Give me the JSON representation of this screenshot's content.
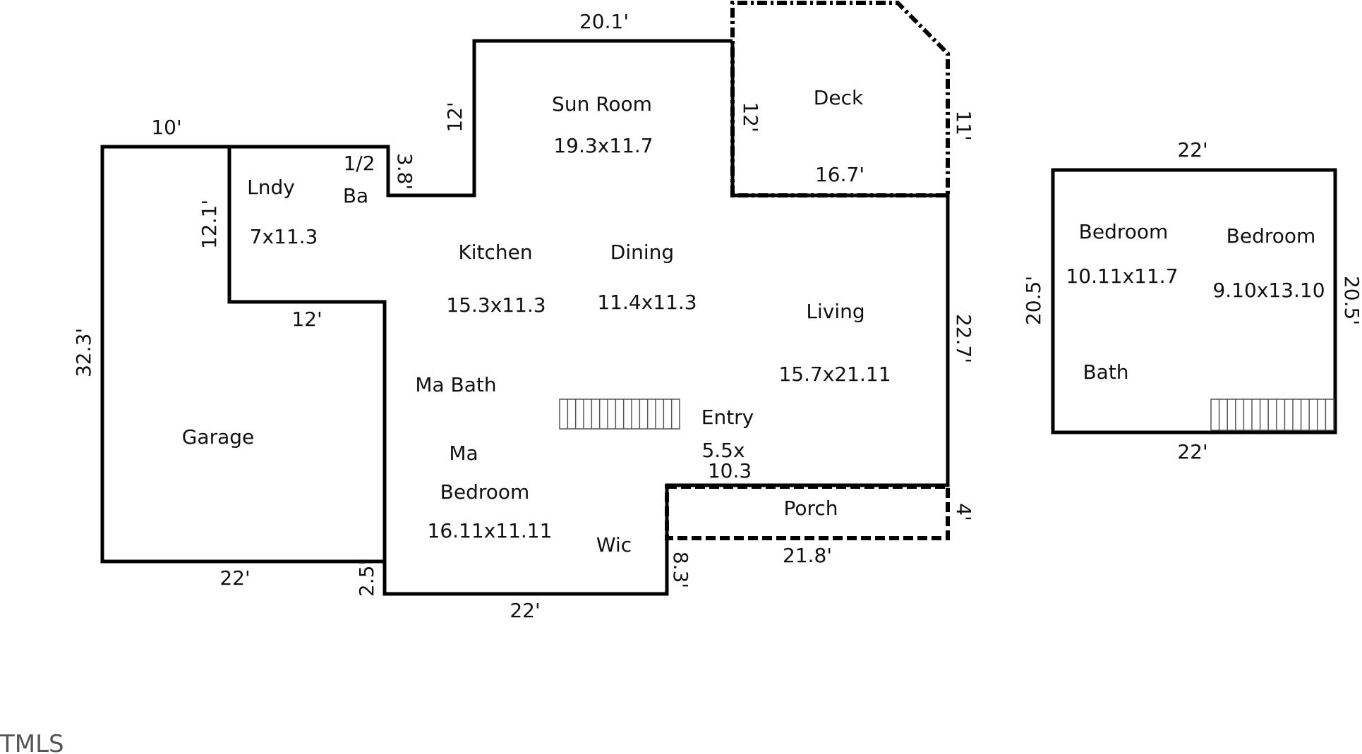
{
  "dimensions": {
    "garage_top": "10'",
    "garage_left": "32.3'",
    "garage_bottom": "22'",
    "garage_inner_top": "12'",
    "laundry_left": "12.1'",
    "half_bath_right": "3.8'",
    "sunroom_left": "12'",
    "sunroom_top": "20.1'",
    "deck_left": "12'",
    "deck_right": "11'",
    "deck_bottom": "16.7'",
    "living_right": "22.7'",
    "porch_right": "4'",
    "porch_bottom": "21.8'",
    "wic_step": "8.3'",
    "main_bottom": "22'",
    "small_step": "2.5'",
    "upper_top": "22'",
    "upper_bottom": "22'",
    "upper_left": "20.5'",
    "upper_right": "20.5'"
  },
  "rooms": {
    "sunroom": {
      "name": "Sun Room",
      "size": "19.3x11.7"
    },
    "deck": {
      "name": "Deck"
    },
    "laundry": {
      "name": "Lndy",
      "size": "7x11.3"
    },
    "half_bath": {
      "line1": "1/2",
      "line2": "Ba"
    },
    "kitchen": {
      "name": "Kitchen",
      "size": "15.3x11.3"
    },
    "dining": {
      "name": "Dining",
      "size": "11.4x11.3"
    },
    "living": {
      "name": "Living",
      "size": "15.7x21.11"
    },
    "master_bath": {
      "name": "Ma Bath"
    },
    "entry": {
      "name": "Entry",
      "size_line1": "5.5x",
      "size_line2": "10.3"
    },
    "master_bedroom": {
      "line1": "Ma",
      "line2": "Bedroom",
      "size": "16.11x11.11"
    },
    "wic": {
      "name": "Wic"
    },
    "porch": {
      "name": "Porch"
    },
    "garage": {
      "name": "Garage"
    },
    "bedroom1": {
      "name": "Bedroom",
      "size": "10.11x11.7"
    },
    "bedroom2": {
      "name": "Bedroom",
      "size": "9.10x13.10"
    },
    "bath": {
      "name": "Bath"
    }
  },
  "watermark": "TMLS"
}
